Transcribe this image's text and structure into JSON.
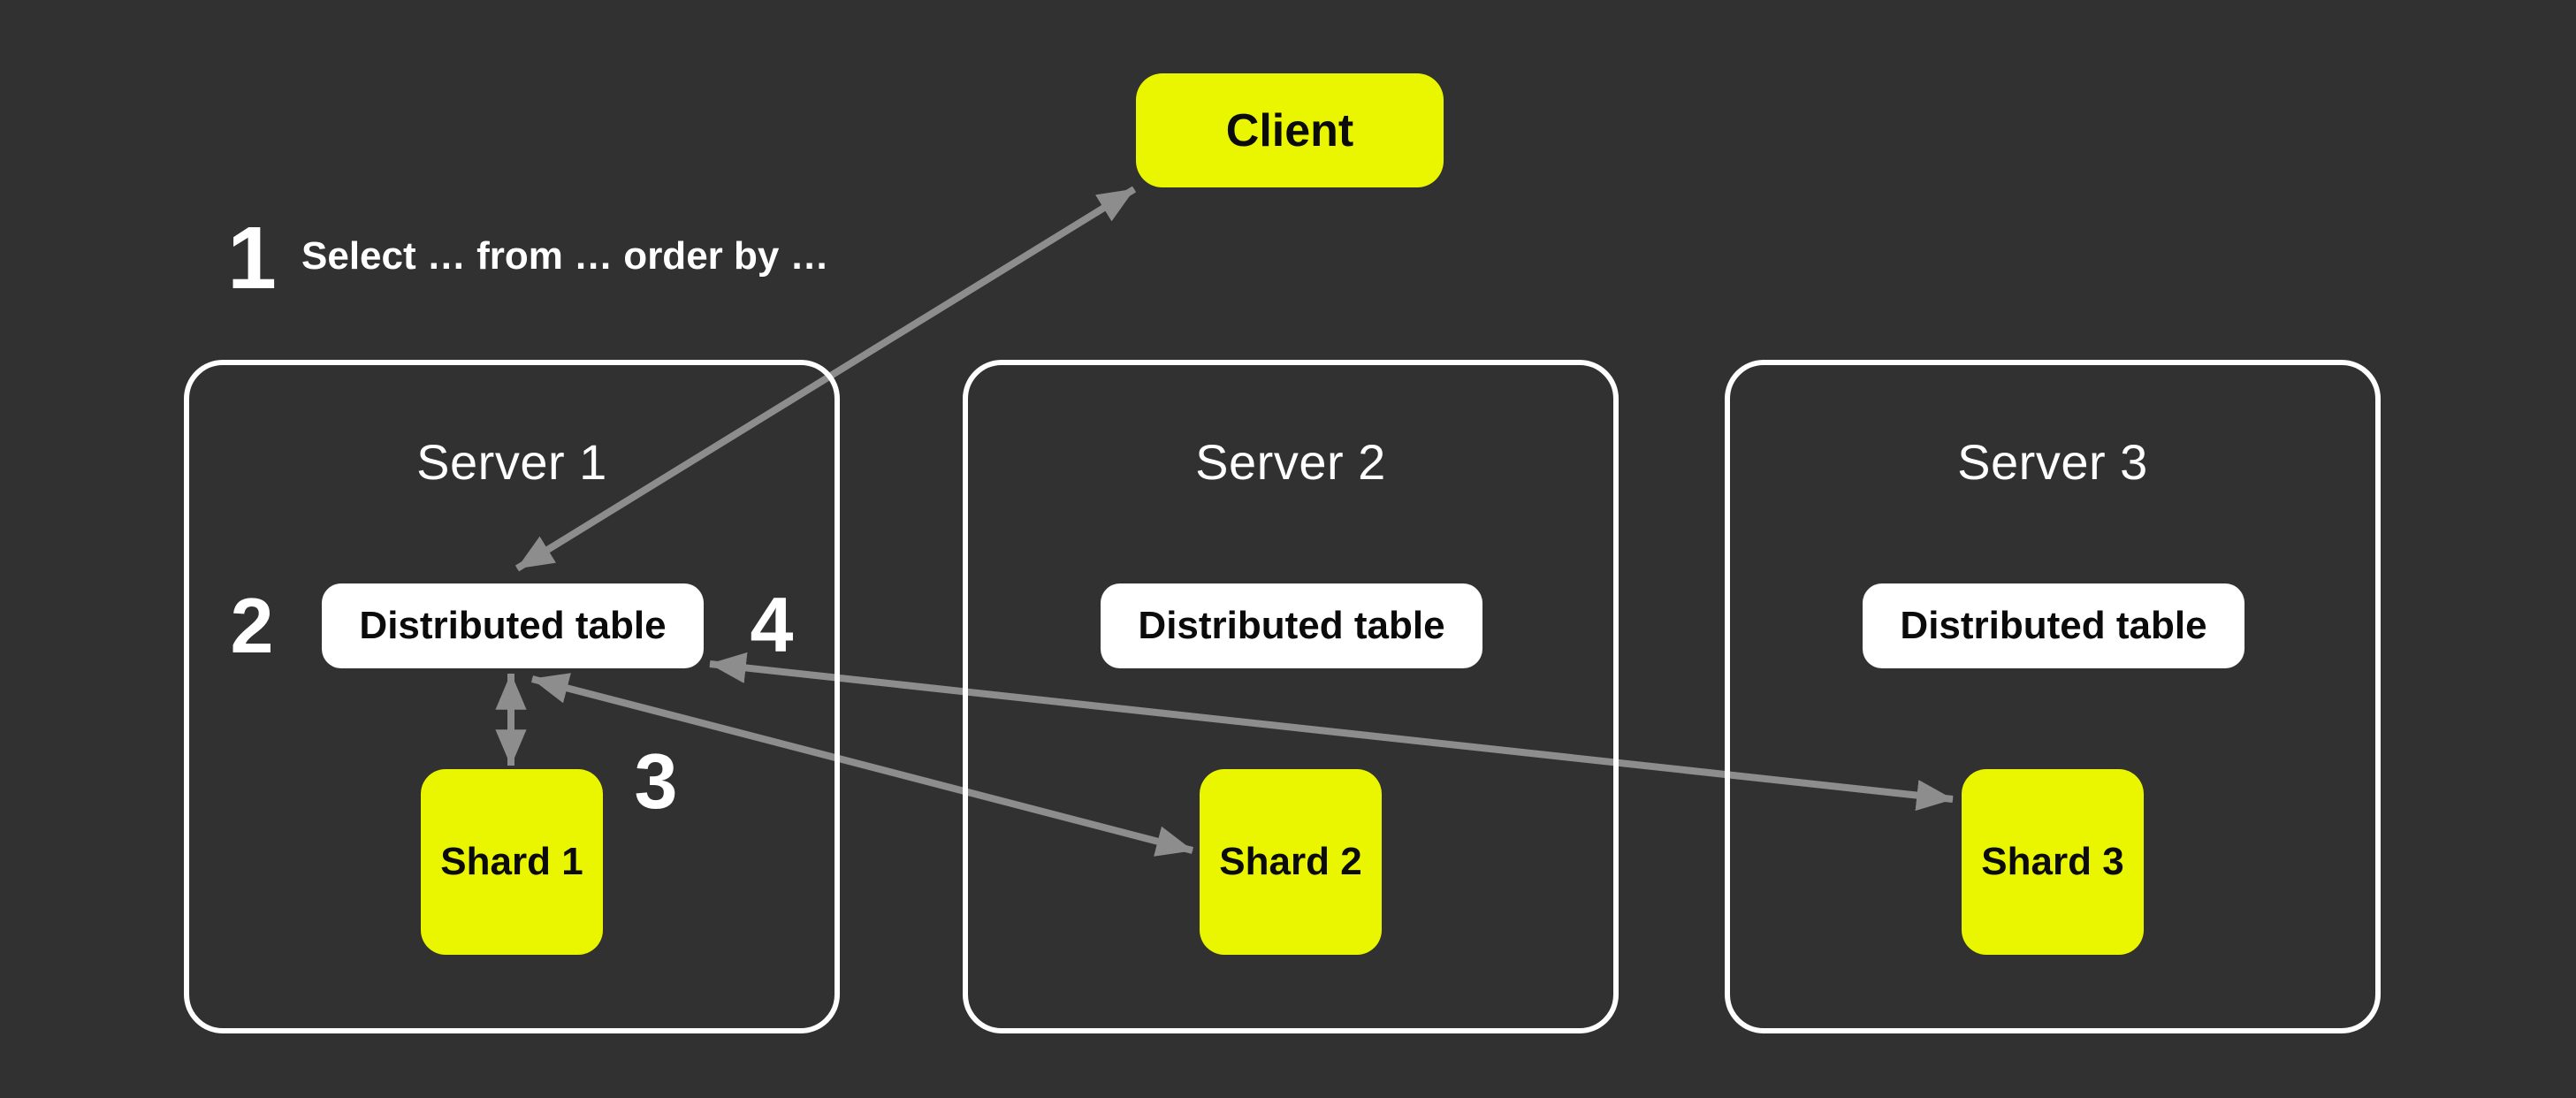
{
  "palette": {
    "background": "#313131",
    "accent_yellow": "#E9F600",
    "box_white": "#FFFFFF",
    "arrow_gray": "#8D8D8D",
    "text_dark": "#0B0B0B",
    "text_light": "#FFFFFF"
  },
  "client": {
    "label": "Client"
  },
  "note": {
    "number": "1",
    "text": "Select … from … order by …"
  },
  "steps": {
    "two": "2",
    "three": "3",
    "four": "4"
  },
  "servers": [
    {
      "title": "Server 1",
      "table_label": "Distributed table",
      "shard_label": "Shard 1"
    },
    {
      "title": "Server 2",
      "table_label": "Distributed table",
      "shard_label": "Shard 2"
    },
    {
      "title": "Server 3",
      "table_label": "Distributed table",
      "shard_label": "Shard 3"
    }
  ],
  "connections": [
    {
      "from": "Distributed table (Server 1)",
      "to": "Client",
      "bidirectional": true
    },
    {
      "from": "Distributed table (Server 1)",
      "to": "Shard 1",
      "bidirectional": true
    },
    {
      "from": "Distributed table (Server 1)",
      "to": "Shard 2",
      "bidirectional": true
    },
    {
      "from": "Distributed table (Server 1)",
      "to": "Shard 3",
      "bidirectional": true
    }
  ]
}
